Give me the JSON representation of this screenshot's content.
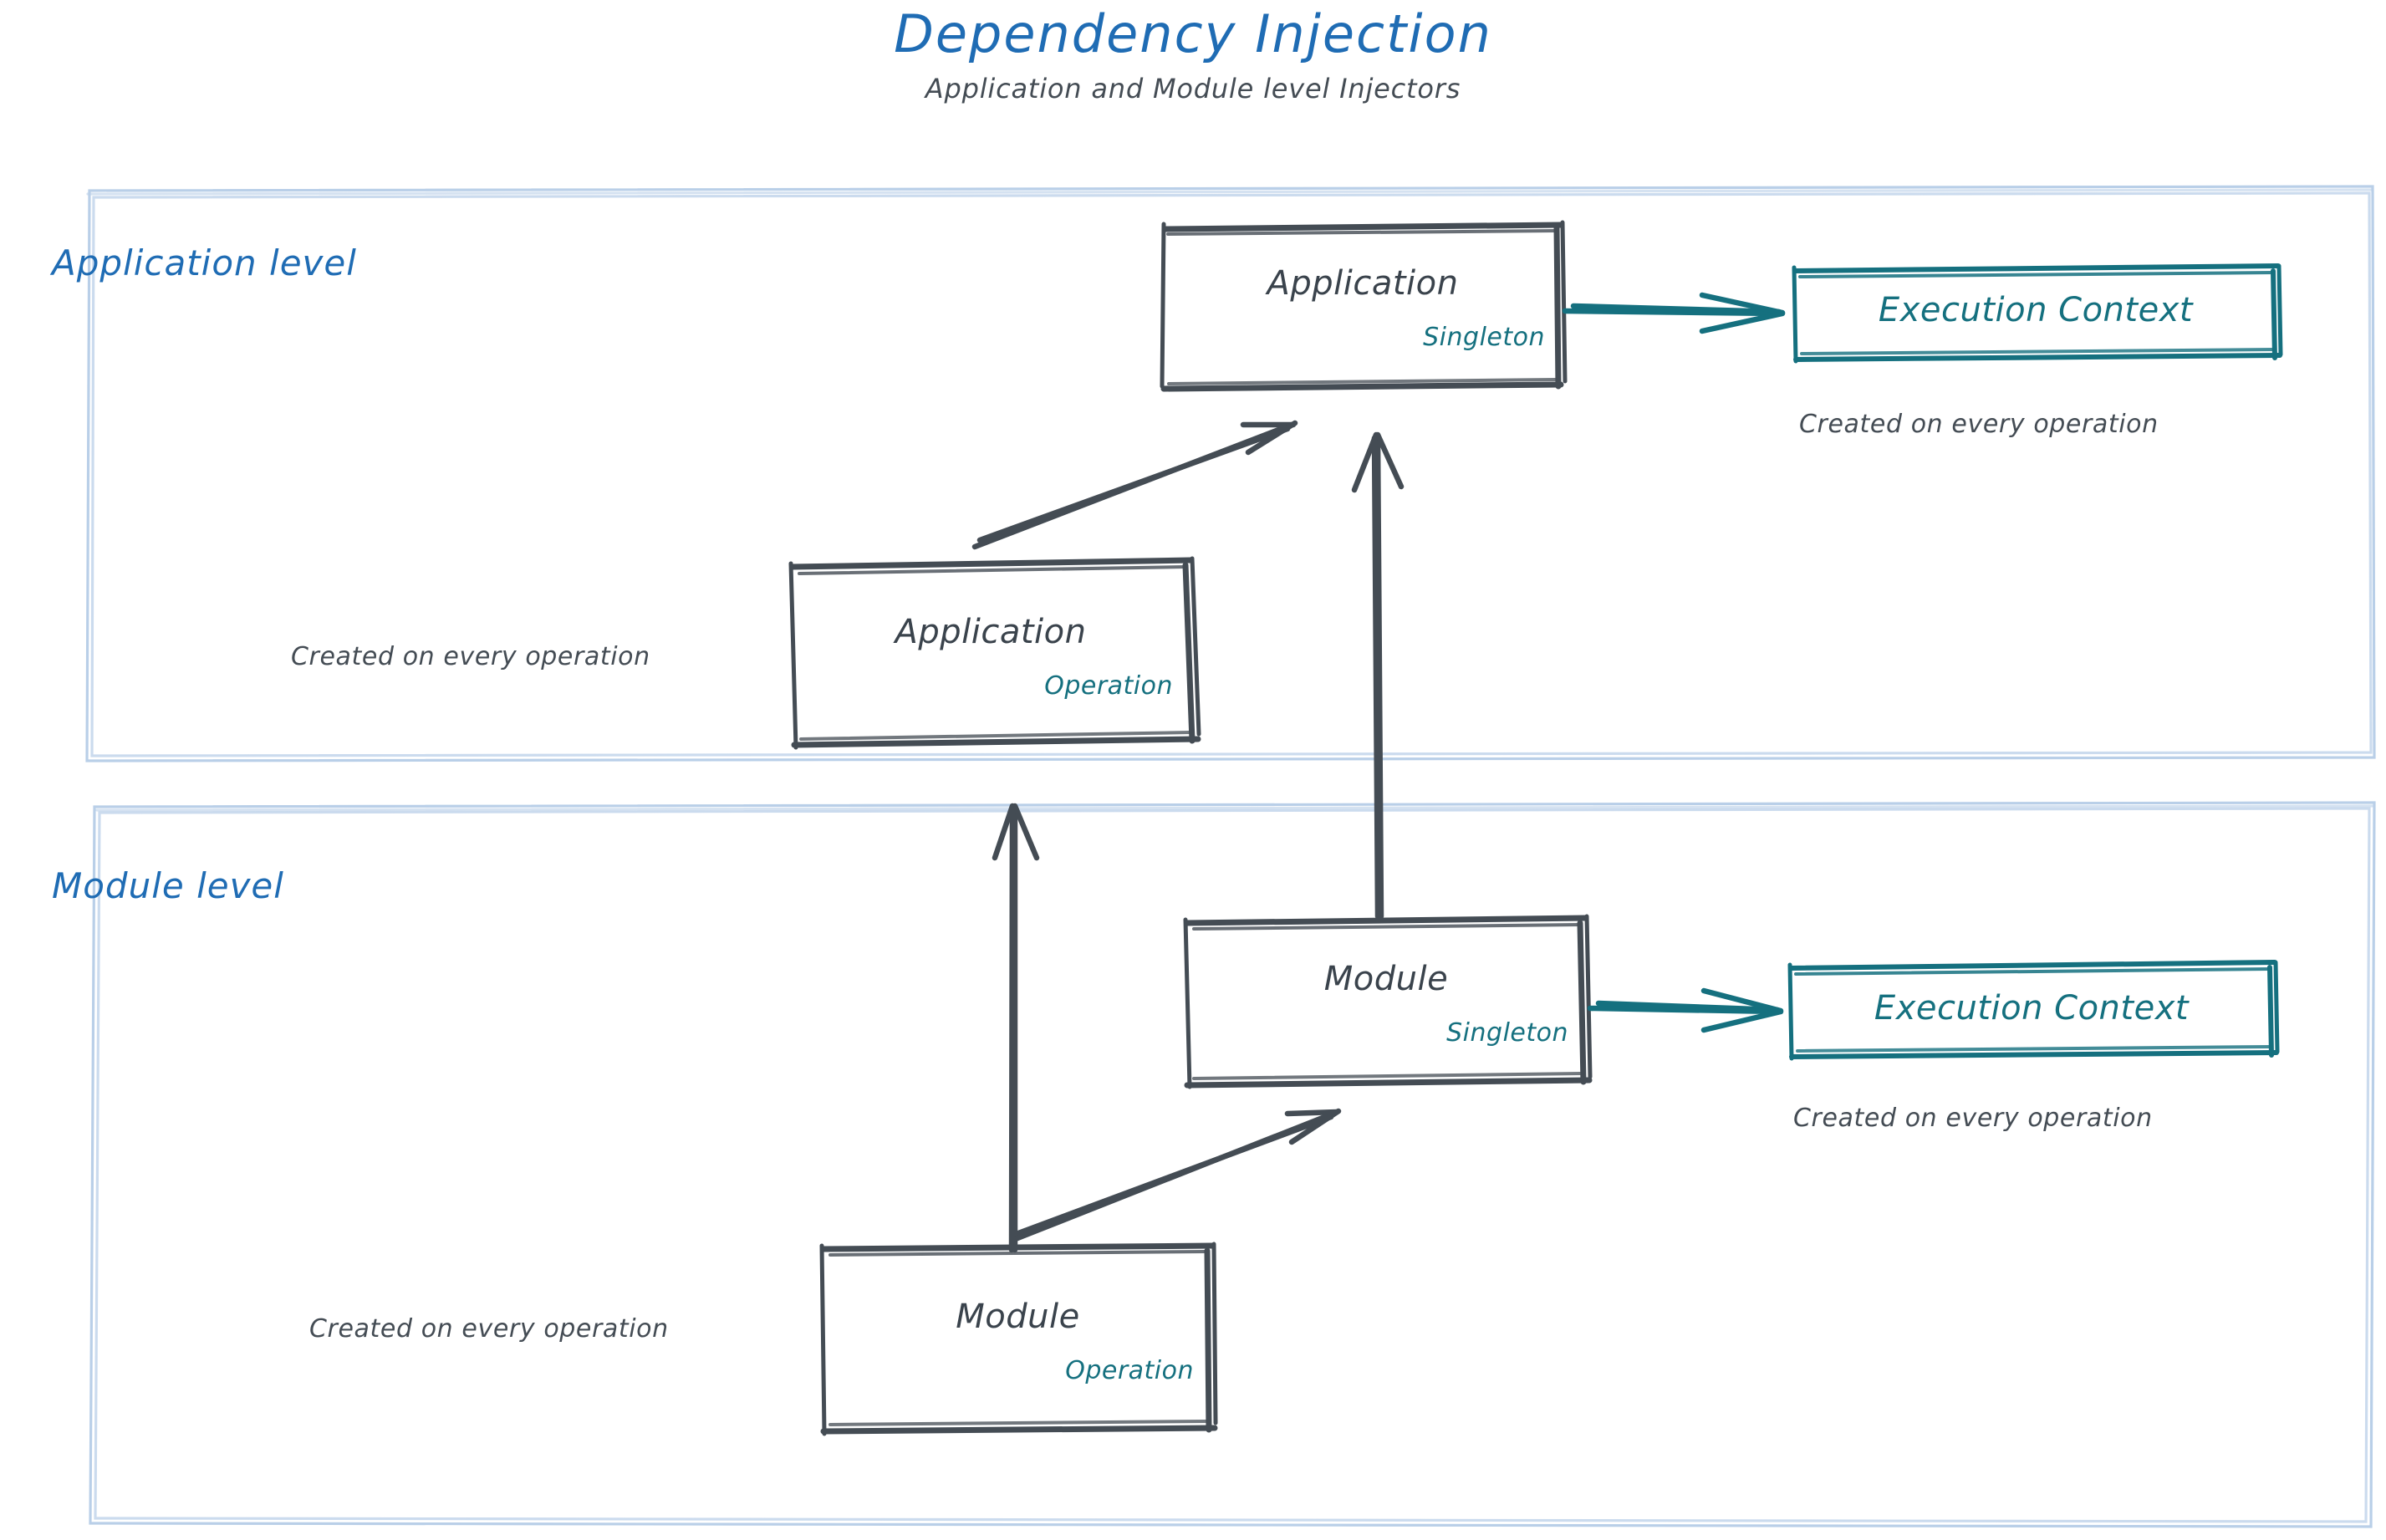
{
  "header": {
    "title": "Dependency Injection",
    "subtitle": "Application and Module level Injectors",
    "title_color": "#1f6cb4",
    "subtitle_color": "#444c54"
  },
  "colors": {
    "accent_blue": "#1f6cb4",
    "container_border": "#b9cfe8",
    "node_stroke": "#444c54",
    "teal": "#15707f",
    "note_text": "#444c54"
  },
  "containers": [
    {
      "name": "application-level",
      "label": "Application level"
    },
    {
      "name": "module-level",
      "label": "Module level"
    }
  ],
  "nodes": {
    "app_singleton": {
      "title": "Application",
      "scope": "Singleton"
    },
    "app_operation": {
      "title": "Application",
      "scope": "Operation"
    },
    "mod_singleton": {
      "title": "Module",
      "scope": "Singleton"
    },
    "mod_operation": {
      "title": "Module",
      "scope": "Operation"
    },
    "ctx_app": {
      "title": "Execution Context"
    },
    "ctx_mod": {
      "title": "Execution Context"
    }
  },
  "notes": {
    "app_operation": "Created on every operation",
    "mod_operation": "Created on every operation",
    "ctx_app": "Created on every operation",
    "ctx_mod": "Created on every operation"
  },
  "edges": [
    {
      "name": "app-operation-to-app-singleton",
      "from": "app_operation",
      "to": "app_singleton",
      "style": "sketch-arrow",
      "color": "#444c54"
    },
    {
      "name": "app-singleton-to-execution-context",
      "from": "app_singleton",
      "to": "ctx_app",
      "style": "sketch-arrow",
      "color": "#15707f"
    },
    {
      "name": "mod-singleton-to-app-singleton",
      "from": "mod_singleton",
      "to": "app_singleton",
      "style": "sketch-arrow",
      "color": "#444c54"
    },
    {
      "name": "mod-operation-to-app-operation",
      "from": "mod_operation",
      "to": "app_operation",
      "style": "sketch-arrow",
      "color": "#444c54"
    },
    {
      "name": "mod-operation-to-mod-singleton",
      "from": "mod_operation",
      "to": "mod_singleton",
      "style": "sketch-arrow",
      "color": "#444c54"
    },
    {
      "name": "mod-singleton-to-execution-context",
      "from": "mod_singleton",
      "to": "ctx_mod",
      "style": "sketch-arrow",
      "color": "#15707f"
    }
  ]
}
